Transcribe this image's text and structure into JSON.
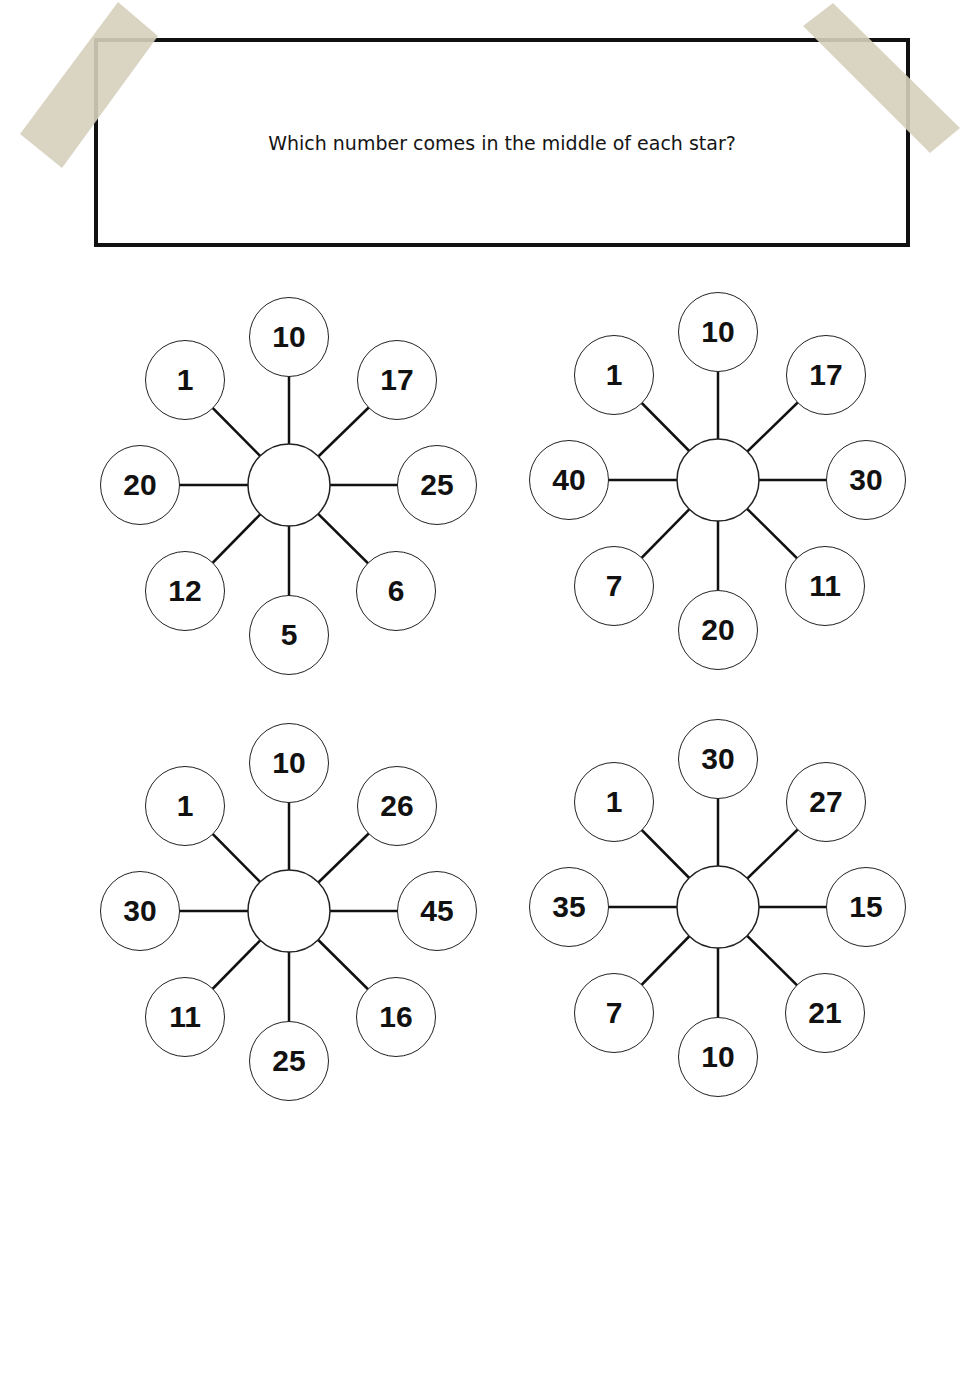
{
  "diagram": {
    "title": "Which number comes in the middle of each star?",
    "nodes": [
      {
        "text": [
          "10"
        ]
      },
      {
        "text": [
          "1"
        ]
      },
      {
        "text": [
          "17"
        ]
      },
      {
        "text": [
          "20"
        ]
      },
      {
        "text": [
          "25"
        ]
      },
      {
        "text": [
          "12"
        ]
      },
      {
        "text": [
          "6"
        ]
      },
      {
        "text": [
          "5"
        ]
      },
      {
        "text": [
          "10"
        ]
      },
      {
        "text": [
          "1"
        ]
      },
      {
        "text": [
          "17"
        ]
      },
      {
        "text": [
          "40"
        ]
      },
      {
        "text": [
          "30"
        ]
      },
      {
        "text": [
          "7"
        ]
      },
      {
        "text": [
          "11"
        ]
      },
      {
        "text": [
          "20"
        ]
      },
      {
        "text": [
          "10"
        ]
      },
      {
        "text": [
          "1"
        ]
      },
      {
        "text": [
          "26"
        ]
      },
      {
        "text": [
          "30"
        ]
      },
      {
        "text": [
          "45"
        ]
      },
      {
        "text": [
          "11"
        ]
      },
      {
        "text": [
          "16"
        ]
      },
      {
        "text": [
          "25"
        ]
      },
      {
        "text": [
          "30"
        ]
      },
      {
        "text": [
          "1"
        ]
      },
      {
        "text": [
          "27"
        ]
      },
      {
        "text": [
          "35"
        ]
      },
      {
        "text": [
          "15"
        ]
      },
      {
        "text": [
          "7"
        ]
      },
      {
        "text": [
          "21"
        ]
      },
      {
        "text": [
          "10"
        ]
      }
    ]
  }
}
